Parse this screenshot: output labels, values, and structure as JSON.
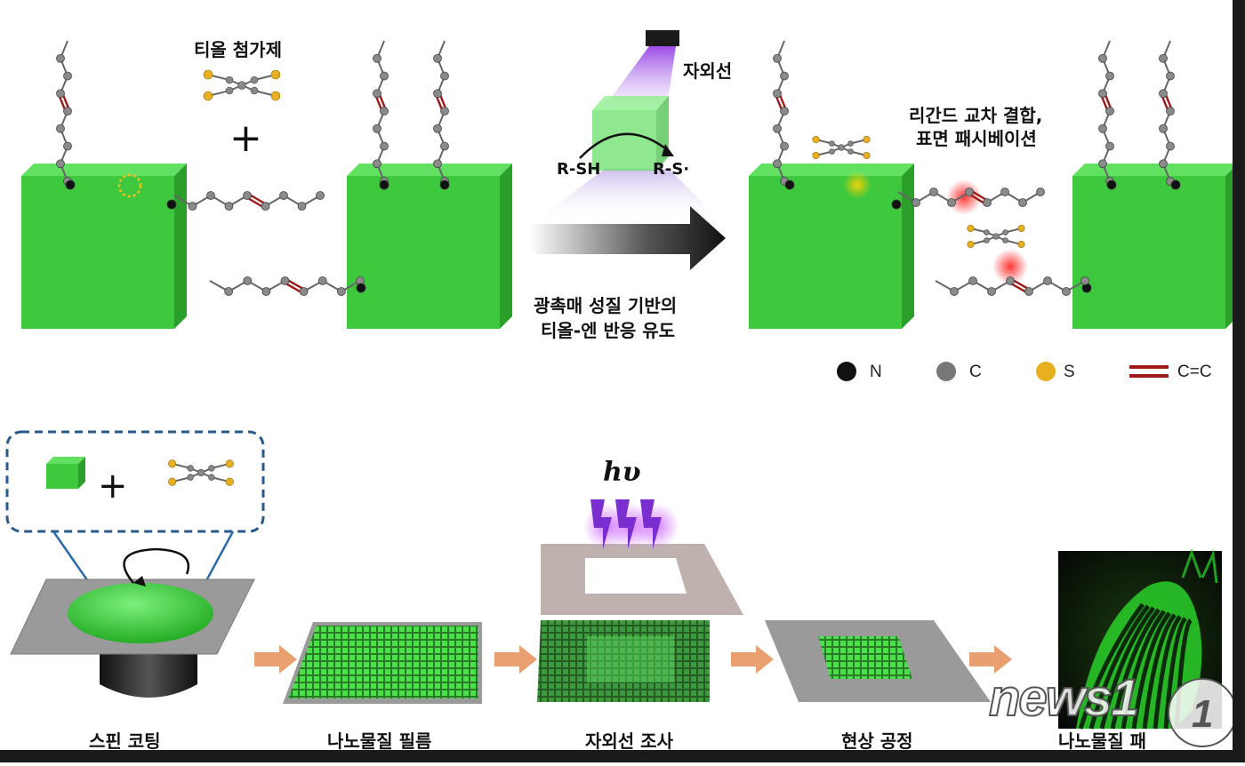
{
  "labels": {
    "thiol_additive": "티올 첨가제",
    "uv": "자외선",
    "rsh": "R-SH",
    "rs": "R-S·",
    "crosslink_line1": "리간드 교차 결합,",
    "crosslink_line2": "표면 패시베이션",
    "photo_line1": "광촉매 성질 기반의",
    "photo_line2": "티올-엔 반응 유도",
    "plus": "+",
    "hv": "hυ"
  },
  "legend": [
    {
      "symbol": "N",
      "color": "#111111"
    },
    {
      "symbol": "C",
      "color": "#777777"
    },
    {
      "symbol": "S",
      "color": "#e8b020"
    },
    {
      "symbol": "C=C",
      "color": "#a01818"
    }
  ],
  "steps": [
    {
      "label": "스핀 코팅"
    },
    {
      "label": "나노물질 필름"
    },
    {
      "label": "자외선 조사"
    },
    {
      "label": "현상 공정"
    },
    {
      "label": "나노물질 패"
    }
  ],
  "colors": {
    "cube_front": "#3ec83e",
    "cube_top": "#62e062",
    "cube_side": "#2aa02a",
    "accent_green": "#39d439",
    "uv_purple": "#8a2be2",
    "arrow_orange": "#e8a070",
    "dash_blue": "#2a5a8a"
  },
  "watermark": "news1"
}
